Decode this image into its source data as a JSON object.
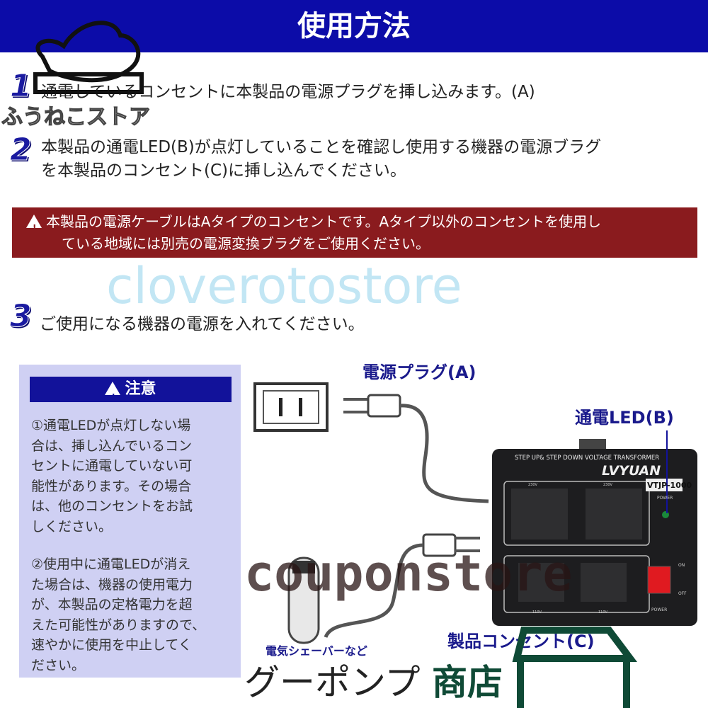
{
  "header": {
    "title": "使用方法"
  },
  "steps": [
    {
      "number": "1",
      "lines": [
        "通電しているコンセントに本製品の電源プラグを挿し込みます。(A)"
      ]
    },
    {
      "number": "2",
      "lines": [
        "本製品の通電LED(B)が点灯していることを確認し使用する機器の電源ブラグ",
        "を本製品のコンセント(C)に挿し込んでください。"
      ]
    },
    {
      "number": "3",
      "lines": [
        "ご使用になる機器の電源を入れてください。"
      ]
    }
  ],
  "warning": {
    "icon": "warning-triangle-icon",
    "lines": [
      "本製品の電源ケーブルはAタイプのコンセントです。Aタイプ以外のコンセントを使用し",
      "ている地域には別売の電源変換ブラグをご使用ください。"
    ]
  },
  "caution": {
    "title": "注意",
    "note1": [
      "①通電LEDが点灯しない場",
      "合は、挿し込んでいるコン",
      "セントに通電していない可",
      "能性があります。その場合",
      "は、他のコンセントをお試",
      "しください。"
    ],
    "note2": [
      "②使用中に通電LEDが消え",
      "た場合は、機器の使用電力",
      "が、本製品の定格電力を超",
      "えた可能性がありますので、",
      "速やかに使用を中止してく",
      "ださい。"
    ]
  },
  "labels": {
    "plug": "電源プラグ(A)",
    "led": "通電LED(B)",
    "outlet": "製品コンセント(C)",
    "shaver": "電気シェーバーなど"
  },
  "device": {
    "top_text": "STEP UP& STEP DOWN VOLTAGE TRANSFORMER",
    "brand": "LVYUAN",
    "model": "VTJP-1000",
    "power": "POWER",
    "on": "ON",
    "off": "OFF",
    "v230a": "230V",
    "v230b": "230V",
    "v110a": "110V",
    "v110b": "110V"
  },
  "watermarks": {
    "a": "ふうねこストア",
    "b": "couponstore",
    "c": "グーポンプ",
    "d": "商店",
    "e": "cloverotostore"
  },
  "colors": {
    "header": "#0c0ca8",
    "warning": "#8a1b1e",
    "caution_bg": "#cfd0f3"
  }
}
